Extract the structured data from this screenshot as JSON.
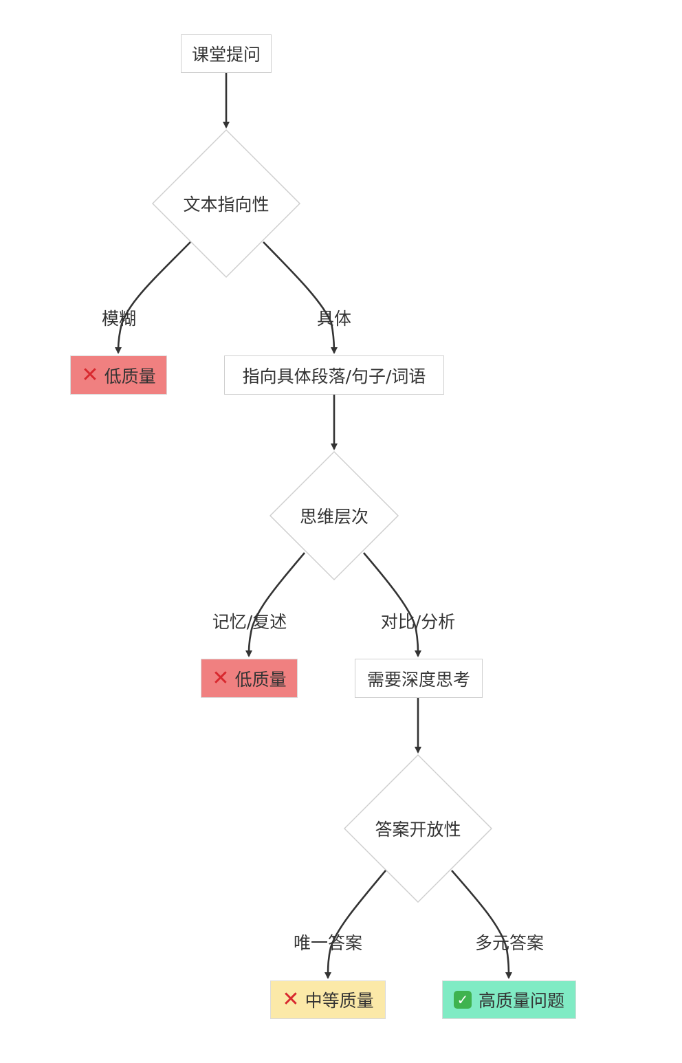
{
  "nodes": {
    "start": "课堂提问",
    "text_direction": "文本指向性",
    "low_quality_1": "低质量",
    "specific_target": "指向具体段落/句子/词语",
    "thinking_level": "思维层次",
    "low_quality_2": "低质量",
    "deep_thinking": "需要深度思考",
    "answer_openness": "答案开放性",
    "medium_quality": "中等质量",
    "high_quality": "高质量问题"
  },
  "edges": {
    "vague": "模糊",
    "specific": "具体",
    "recall": "记忆/复述",
    "compare": "对比/分析",
    "unique_answer": "唯一答案",
    "multiple_answers": "多元答案"
  },
  "icons": {
    "fail": "cross-mark-icon",
    "pass": "check-mark-icon"
  },
  "colors": {
    "low": "#f08080",
    "medium": "#fbe9a8",
    "high": "#80ebc4",
    "cross": "#d8282e",
    "check": "#3fb34f",
    "edge": "#333333"
  }
}
